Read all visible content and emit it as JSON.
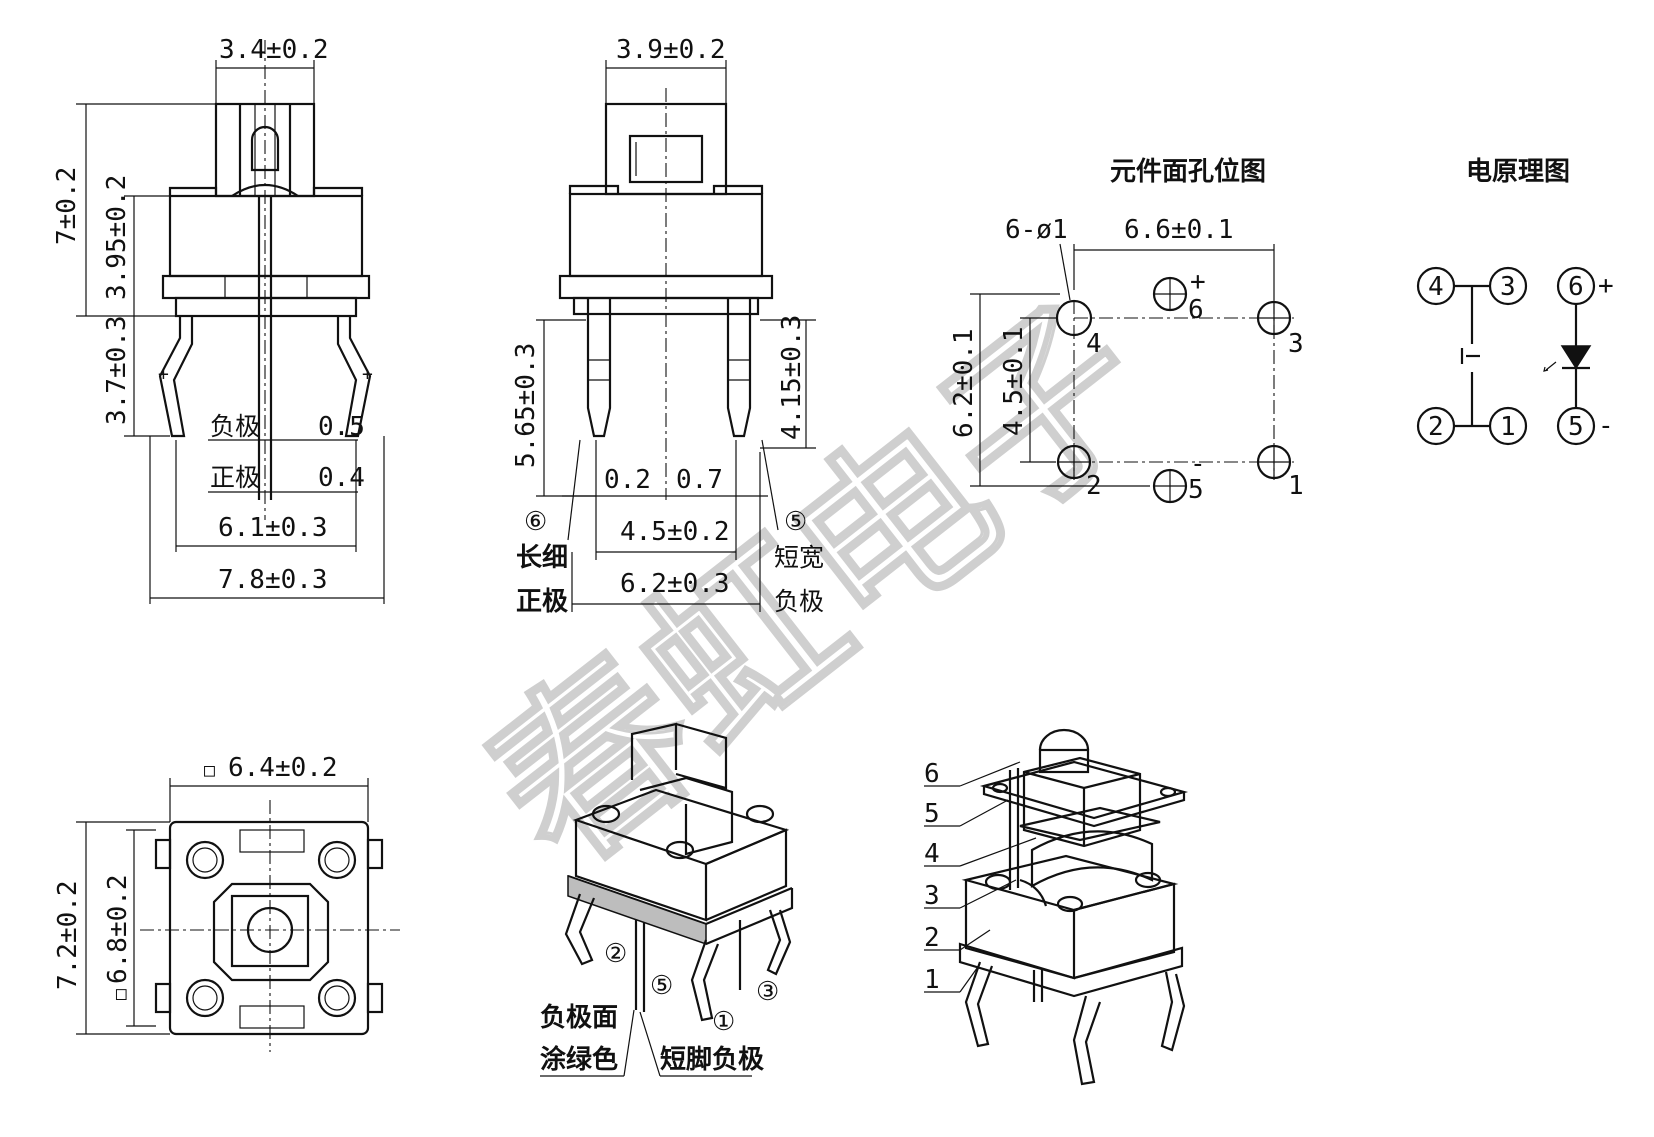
{
  "side_view": {
    "top_width": "3.4±0.2",
    "total_height": "7±0.2",
    "body_height": "3.95±0.2",
    "leg_height": "3.7±0.3",
    "neg_label": "负极",
    "neg_value": "0.5",
    "pos_label": "正极",
    "pos_value": "0.4",
    "inner_width": "6.1±0.3",
    "outer_width": "7.8±0.3"
  },
  "front_view": {
    "top_width": "3.9±0.2",
    "left_pin_height": "5.65±0.3",
    "right_pin_height": "4.15±0.3",
    "pin_w1": "0.2",
    "pin_w2": "0.7",
    "pin6_mark": "⑥",
    "pin6_label_a": "长细",
    "pin6_label_b": "正极",
    "pin5_mark": "⑤",
    "pin5_label_a": "短宽",
    "pin5_label_b": "负极",
    "inner_width": "4.5±0.2",
    "outer_width": "6.2±0.3"
  },
  "hole_layout": {
    "title": "元件面孔位图",
    "hole_spec": "6-ø1",
    "width": "6.6±0.1",
    "outer_height": "6.2±0.1",
    "inner_height": "4.5±0.1",
    "pins": [
      "4",
      "6",
      "3",
      "2",
      "5",
      "1"
    ],
    "plus": "+",
    "minus": "-"
  },
  "schematic": {
    "title": "电原理图",
    "pins": [
      "4",
      "3",
      "2",
      "1",
      "6",
      "5"
    ],
    "plus": "+",
    "minus": "-"
  },
  "bottom_view": {
    "width": "6.4±0.2",
    "outer_height": "7.2±0.2",
    "inner_height": "6.8±0.2",
    "square_mark": "□"
  },
  "iso_view": {
    "pin_marks": [
      "②",
      "⑤",
      "①",
      "③"
    ],
    "label_a": "负极面",
    "label_b": "涂绿色",
    "label_c": "短脚负极"
  },
  "exploded_view": {
    "parts": [
      "6",
      "5",
      "4",
      "3",
      "2",
      "1"
    ]
  },
  "watermark": {
    "text": "春虹电子"
  }
}
